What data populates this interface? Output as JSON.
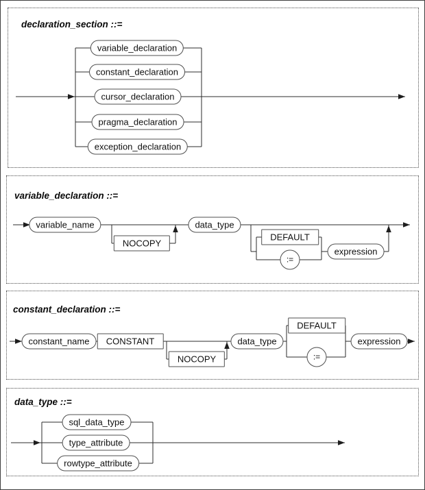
{
  "colors": {
    "background": "#ffffff",
    "line": "#2b2b2b",
    "node_border": "#4f4f4f",
    "text": "#0f0f0f"
  },
  "sections": [
    {
      "title": "declaration_section ::=",
      "branches": [
        "variable_declaration",
        "constant_declaration",
        "cursor_declaration",
        "pragma_declaration",
        "exception_declaration"
      ]
    },
    {
      "title": "variable_declaration ::=",
      "nodes": {
        "variable_name": "variable_name",
        "nocopy": "NOCOPY",
        "data_type": "data_type",
        "default_kw": "DEFAULT",
        "assign_op": ":=",
        "expression": "expression"
      }
    },
    {
      "title": "constant_declaration ::=",
      "nodes": {
        "constant_name": "constant_name",
        "constant_kw": "CONSTANT",
        "nocopy": "NOCOPY",
        "data_type": "data_type",
        "default_kw": "DEFAULT",
        "assign_op": ":=",
        "expression": "expression"
      }
    },
    {
      "title": "data_type ::=",
      "branches": [
        "sql_data_type",
        "type_attribute",
        "rowtype_attribute"
      ]
    }
  ]
}
